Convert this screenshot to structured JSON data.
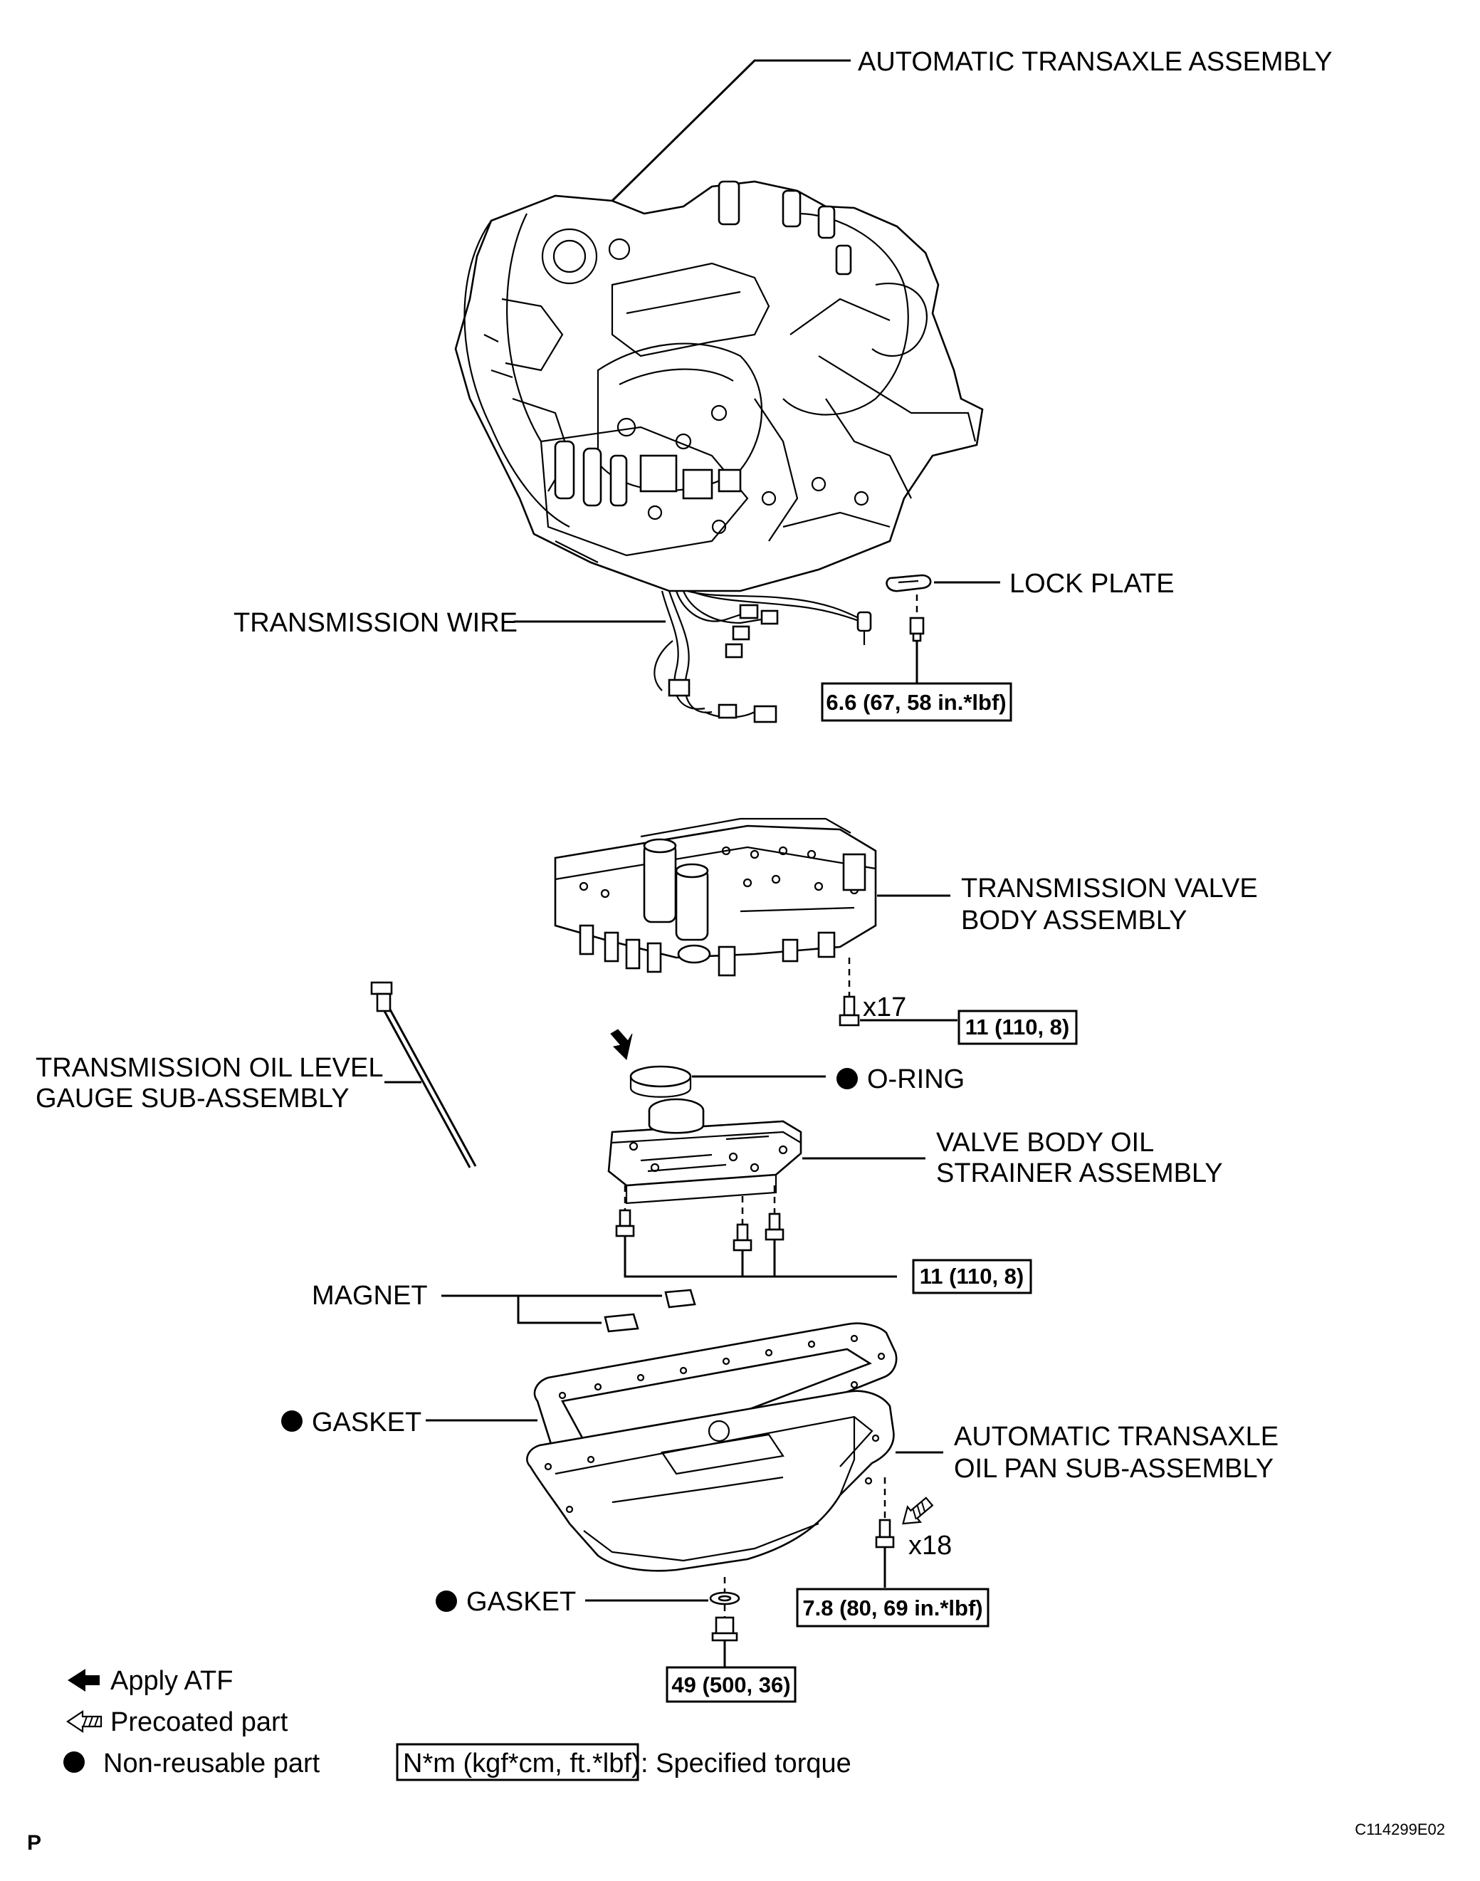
{
  "labels": {
    "automatic_transaxle_assembly": "AUTOMATIC TRANSAXLE ASSEMBLY",
    "lock_plate": "LOCK PLATE",
    "transmission_wire": "TRANSMISSION WIRE",
    "valve_body_line1": "TRANSMISSION VALVE",
    "valve_body_line2": "BODY ASSEMBLY",
    "oil_level_gauge_line1": "TRANSMISSION OIL LEVEL",
    "oil_level_gauge_line2": "GAUGE SUB-ASSEMBLY",
    "o_ring": "O-RING",
    "strainer_line1": "VALVE BODY OIL",
    "strainer_line2": "STRAINER ASSEMBLY",
    "magnet": "MAGNET",
    "gasket_pan": "GASKET",
    "oil_pan_line1": "AUTOMATIC TRANSAXLE",
    "oil_pan_line2": "OIL PAN SUB-ASSEMBLY",
    "gasket_drain": "GASKET"
  },
  "quantities": {
    "valve_body_bolts": "x17",
    "oil_pan_bolts": "x18"
  },
  "torques": {
    "lock_plate_bolt": "6.6 (67, 58 in.*lbf)",
    "valve_body_bolt": "11 (110, 8)",
    "strainer_bolt": "11 (110, 8)",
    "oil_pan_bolt": "7.8 (80, 69 in.*lbf)",
    "drain_plug": "49 (500, 36)"
  },
  "legend": {
    "apply_atf": "Apply ATF",
    "precoated_part": "Precoated part",
    "non_reusable_part": "Non-reusable part",
    "torque_unit": "N*m (kgf*cm, ft.*lbf)",
    "specified_torque": ": Specified torque"
  },
  "footer": {
    "page_letter": "P",
    "figure_code": "C114299E02"
  }
}
